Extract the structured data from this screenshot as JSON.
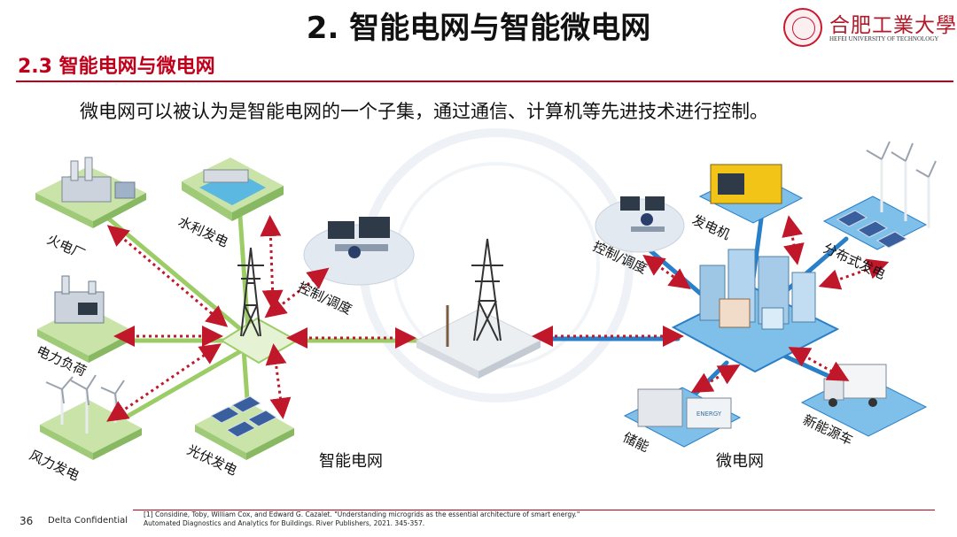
{
  "header": {
    "title": "2. 智能电网与智能微电网",
    "logo_name": "合肥工業大學",
    "logo_en": "HEFEI UNIVERSITY OF TECHNOLOGY"
  },
  "section": {
    "title": "2.3 智能电网与微电网",
    "intro": "微电网可以被认为是智能电网的一个子集，通过通信、计算机等先进技术进行控制。"
  },
  "diagram": {
    "smart_grid_label": "智能电网",
    "microgrid_label": "微电网",
    "nodes": {
      "thermal": "火电厂",
      "hydro": "水利发电",
      "control_left": "控制/调度",
      "load": "电力负荷",
      "wind": "风力发电",
      "solar": "光伏发电",
      "control_right": "控制/调度",
      "generator": "发电机",
      "distributed": "分布式发电",
      "storage": "储能",
      "ev": "新能源车"
    },
    "storage_sign": "ENERGY",
    "colors": {
      "smart_grid_line": "#9ccc65",
      "microgrid_line": "#2a7fc9",
      "arrow": "#c0182a",
      "accent": "#c0001b"
    }
  },
  "footer": {
    "page": "36",
    "confidential": "Delta Confidential",
    "reference": "[1] Considine, Toby, William Cox, and Edward G. Cazalet. \"Understanding microgrids as the essential architecture of smart energy.\" Automated Diagnostics and Analytics for Buildings. River Publishers, 2021. 345-357."
  }
}
